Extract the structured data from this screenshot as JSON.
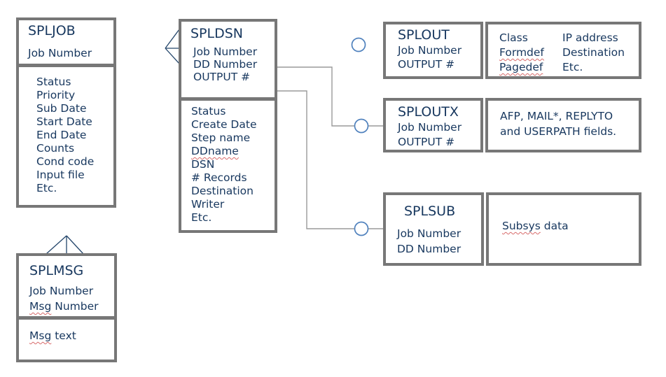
{
  "entities": {
    "spljob": {
      "title": "SPLJOB",
      "keys": [
        "Job Number"
      ],
      "attrs": [
        "Status",
        "Priority",
        "Sub Date",
        "Start Date",
        "End Date",
        "Counts",
        "Cond code",
        "Input file",
        "Etc."
      ]
    },
    "spldsn": {
      "title": "SPLDSN",
      "keys": [
        "Job Number",
        "DD Number",
        "OUTPUT #"
      ],
      "attrs": [
        "Status",
        "Create Date",
        "Step name",
        "DDname",
        "DSN",
        "# Records",
        "Destination",
        "Writer",
        "Etc."
      ]
    },
    "splout": {
      "title": "SPLOUT",
      "keys": [
        "Job Number",
        "OUTPUT #"
      ],
      "attr_col1": [
        "Class",
        "Formdef",
        "Pagedef"
      ],
      "attr_col2": [
        "IP address",
        "Destination",
        "Etc."
      ]
    },
    "sploutx": {
      "title": "SPLOUTX",
      "keys": [
        "Job Number",
        "OUTPUT #"
      ],
      "note_lines": [
        "AFP, MAIL*, REPLYTO",
        "and USERPATH fields."
      ]
    },
    "splsub": {
      "title": "SPLSUB",
      "keys": [
        "Job Number",
        "DD Number"
      ],
      "note": [
        "Subsys",
        " data"
      ]
    },
    "splmsg": {
      "title": "SPLMSG",
      "keys": [
        "Job Number"
      ],
      "key2": [
        "Msg",
        " Number"
      ],
      "attr": [
        "Msg",
        " text"
      ]
    }
  },
  "colors": {
    "box_border": "#777777",
    "text_navy": "#17375E",
    "line_blue_dark": "#17365D",
    "line_blue_light": "#7FA5C5",
    "line_gray": "#9A9A9A",
    "circle_stroke": "#4F81BD",
    "squiggle_red": "#D86B6B"
  }
}
